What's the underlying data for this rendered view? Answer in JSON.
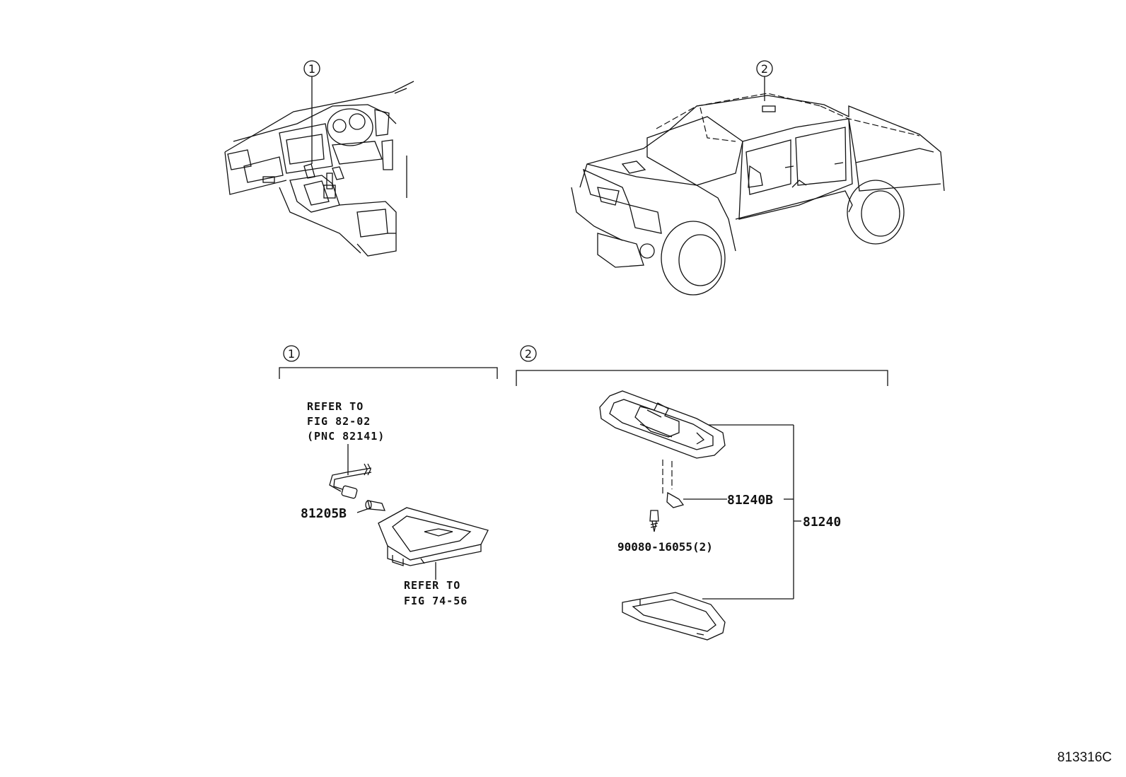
{
  "callouts": {
    "c1": "1",
    "c2": "2"
  },
  "section1": {
    "refer_top": [
      "REFER TO",
      "FIG 82-02",
      "(PNC 82141)"
    ],
    "part_bulb": "81205B",
    "refer_bottom": [
      "REFER TO",
      "FIG 74-56"
    ]
  },
  "section2": {
    "part_bulb": "81240B",
    "part_assembly": "81240",
    "part_screw": "90080-16055(2)"
  },
  "figure_code": "813316C"
}
